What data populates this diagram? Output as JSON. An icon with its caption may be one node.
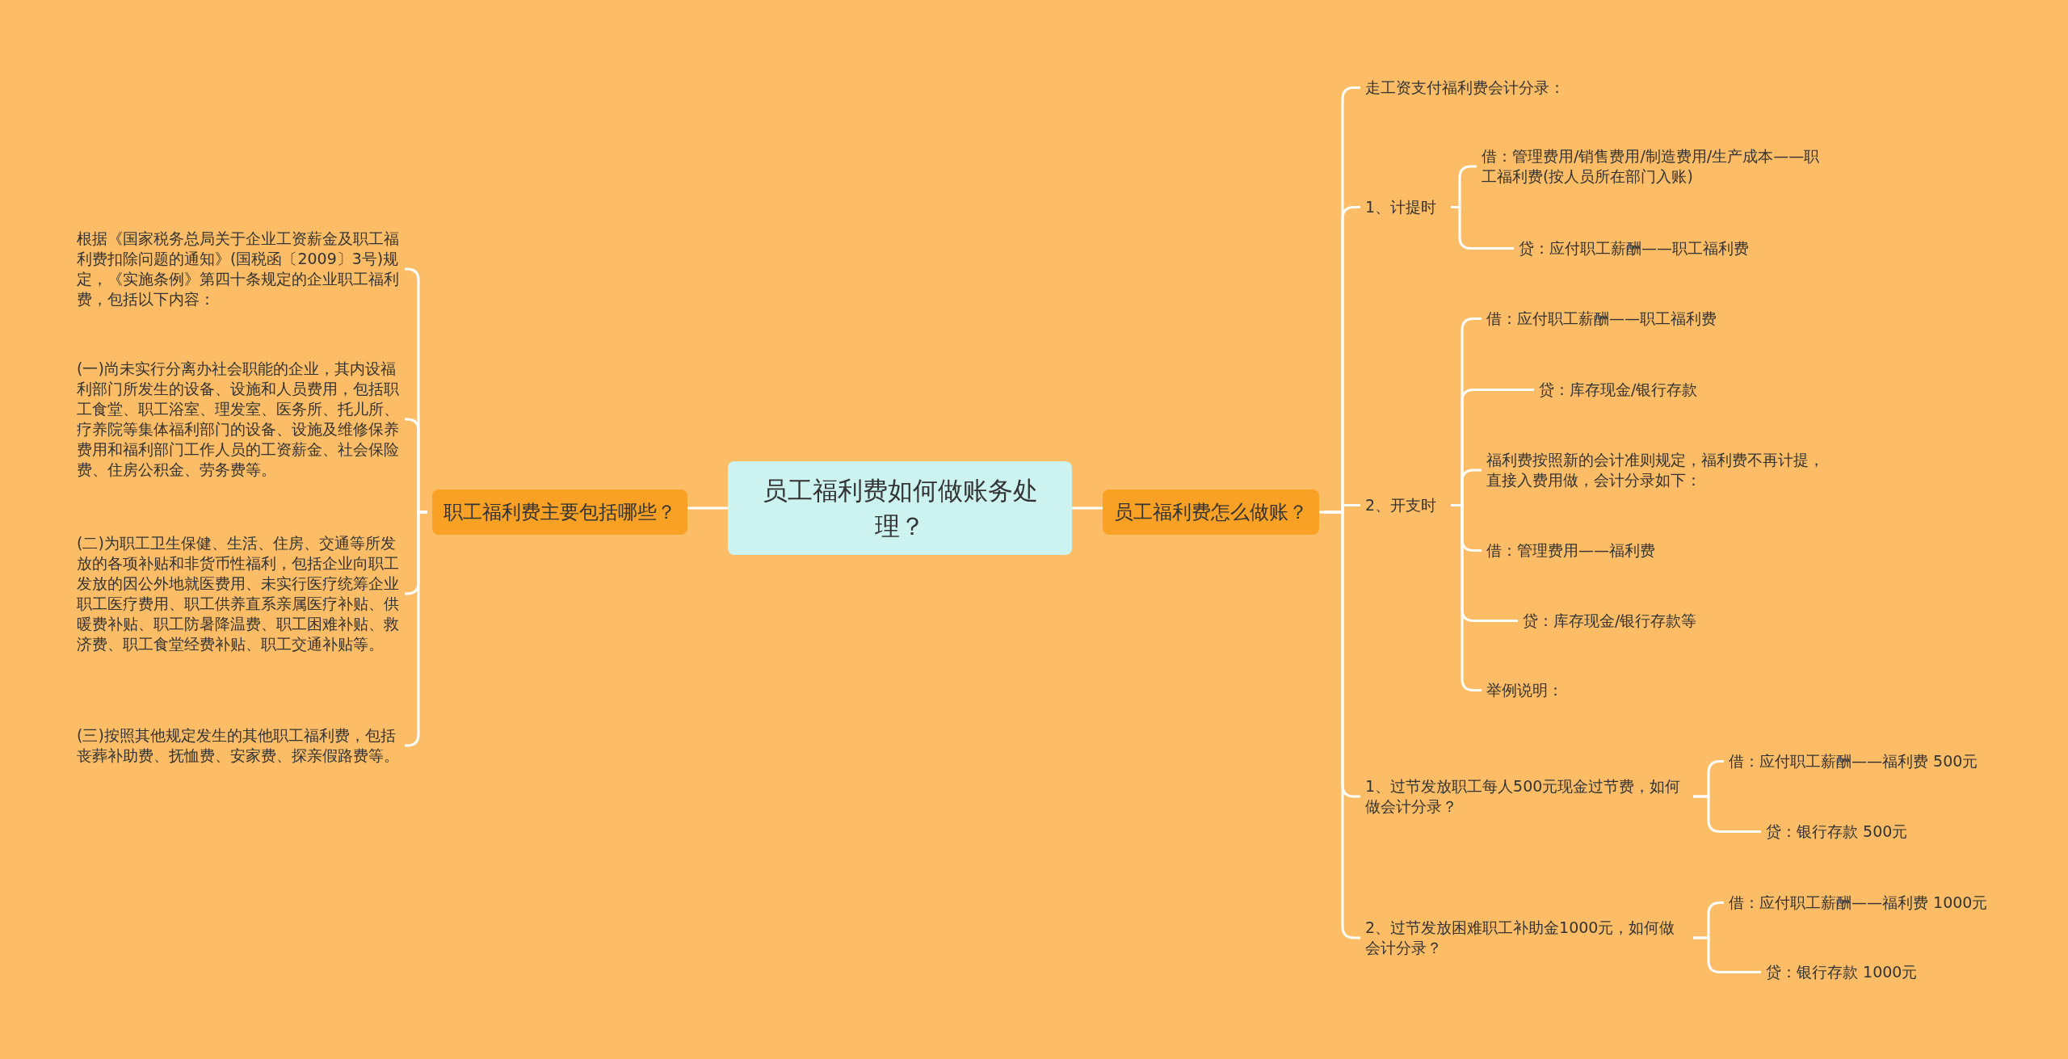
{
  "diagram": {
    "nodes": [
      {
        "text": [
          "员工福利费如何做账务处理？"
        ]
      },
      {
        "text": [
          "职工福利费主要包括哪些？"
        ]
      },
      {
        "text": [
          "根据《国家税务总局关于企业工资薪金及职工福利费扣除问题的通知》(国税函〔2009〕3号)规定，《实施条例》第四十条规定的企业职工福利费，包括以下内容："
        ]
      },
      {
        "text": [
          "(一)尚未实行分离办社会职能的企业，其内设福利部门所发生的设备、设施和人员费用，包括职工食堂、职工浴室、理发室、医务所、托儿所、疗养院等集体福利部门的设备、设施及维修保养费用和福利部门工作人员的工资薪金、社会保险费、住房公积金、劳务费等。"
        ]
      },
      {
        "text": [
          "(二)为职工卫生保健、生活、住房、交通等所发放的各项补贴和非货币性福利，包括企业向职工发放的因公外地就医费用、未实行医疗统筹企业职工医疗费用、职工供养直系亲属医疗补贴、供暖费补贴、职工防暑降温费、职工困难补贴、救济费、职工食堂经费补贴、职工交通补贴等。"
        ]
      },
      {
        "text": [
          "(三)按照其他规定发生的其他职工福利费，包括丧葬补助费、抚恤费、安家费、探亲假路费等。"
        ]
      },
      {
        "text": [
          "员工福利费怎么做账？"
        ]
      },
      {
        "text": [
          "走工资支付福利费会计分录："
        ]
      },
      {
        "text": [
          "1、计提时"
        ]
      },
      {
        "text": [
          "借：管理费用/销售费用/制造费用/生产成本——职工福利费(按人员所在部门入账)"
        ]
      },
      {
        "text": [
          "贷：应付职工薪酬——职工福利费"
        ]
      },
      {
        "text": [
          "2、开支时"
        ]
      },
      {
        "text": [
          "借：应付职工薪酬——职工福利费"
        ]
      },
      {
        "text": [
          "贷：库存现金/银行存款"
        ]
      },
      {
        "text": [
          "福利费按照新的会计准则规定，福利费不再计提，直接入费用做，会计分录如下："
        ]
      },
      {
        "text": [
          "借：管理费用——福利费"
        ]
      },
      {
        "text": [
          "贷：库存现金/银行存款等"
        ]
      },
      {
        "text": [
          "举例说明："
        ]
      },
      {
        "text": [
          "1、过节发放职工每人500元现金过节费，如何做会计分录？"
        ]
      },
      {
        "text": [
          "借：应付职工薪酬——福利费 500元"
        ]
      },
      {
        "text": [
          "贷：银行存款 500元"
        ]
      },
      {
        "text": [
          "2、过节发放困难职工补助金1000元，如何做会计分录？"
        ]
      },
      {
        "text": [
          "借：应付职工薪酬——福利费 1000元"
        ]
      },
      {
        "text": [
          "贷：银行存款 1000元"
        ]
      }
    ],
    "edges": [
      {
        "from": 0,
        "to": 1,
        "arrow": "none"
      },
      {
        "from": 0,
        "to": 6,
        "arrow": "none"
      },
      {
        "from": 1,
        "to": 2,
        "arrow": "none"
      },
      {
        "from": 1,
        "to": 3,
        "arrow": "none"
      },
      {
        "from": 1,
        "to": 4,
        "arrow": "none"
      },
      {
        "from": 1,
        "to": 5,
        "arrow": "none"
      },
      {
        "from": 6,
        "to": 7,
        "arrow": "none"
      },
      {
        "from": 6,
        "to": 8,
        "arrow": "none"
      },
      {
        "from": 6,
        "to": 11,
        "arrow": "none"
      },
      {
        "from": 6,
        "to": 18,
        "arrow": "none"
      },
      {
        "from": 6,
        "to": 21,
        "arrow": "none"
      },
      {
        "from": 8,
        "to": 9,
        "arrow": "none"
      },
      {
        "from": 8,
        "to": 10,
        "arrow": "none"
      },
      {
        "from": 11,
        "to": 12,
        "arrow": "none"
      },
      {
        "from": 11,
        "to": 13,
        "arrow": "none"
      },
      {
        "from": 11,
        "to": 14,
        "arrow": "none"
      },
      {
        "from": 11,
        "to": 15,
        "arrow": "none"
      },
      {
        "from": 11,
        "to": 16,
        "arrow": "none"
      },
      {
        "from": 11,
        "to": 17,
        "arrow": "none"
      },
      {
        "from": 18,
        "to": 19,
        "arrow": "none"
      },
      {
        "from": 18,
        "to": 20,
        "arrow": "none"
      },
      {
        "from": 21,
        "to": 22,
        "arrow": "none"
      },
      {
        "from": 21,
        "to": 23,
        "arrow": "none"
      }
    ]
  }
}
